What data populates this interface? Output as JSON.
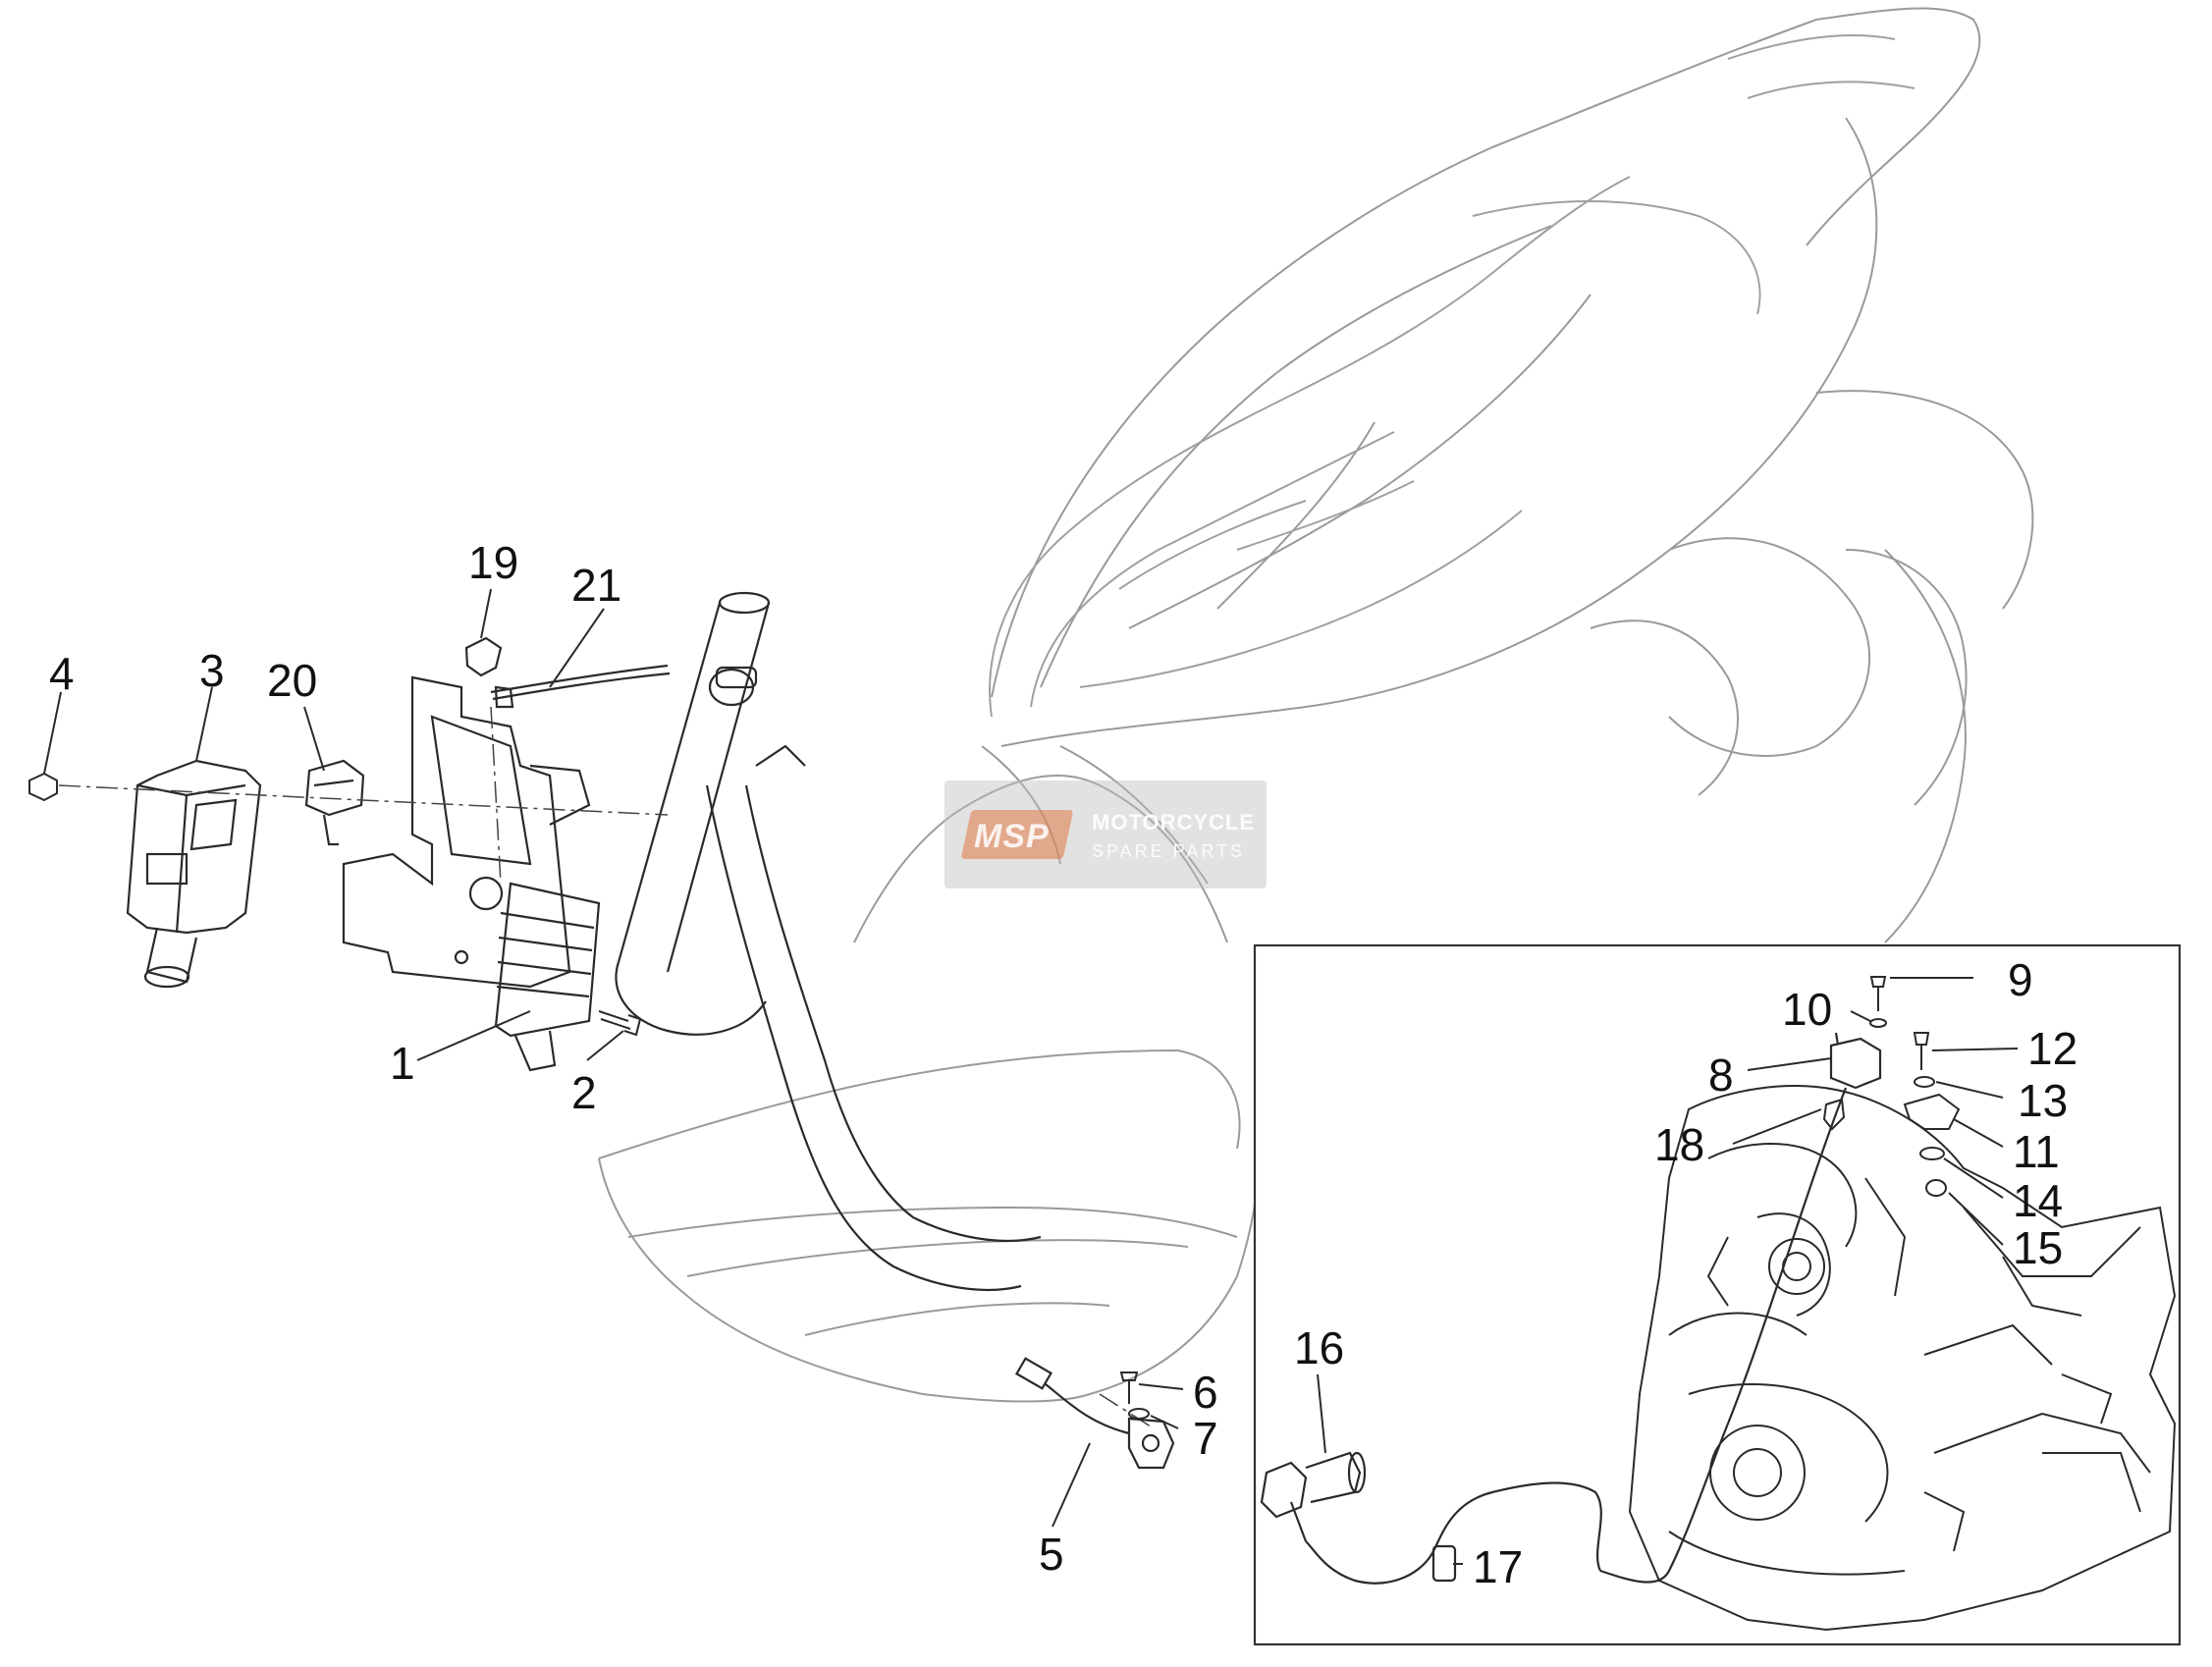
{
  "part_labels": [
    {
      "id": "1",
      "text": "1"
    },
    {
      "id": "2",
      "text": "2"
    },
    {
      "id": "3",
      "text": "3"
    },
    {
      "id": "4",
      "text": "4"
    },
    {
      "id": "5",
      "text": "5"
    },
    {
      "id": "6",
      "text": "6"
    },
    {
      "id": "7",
      "text": "7"
    },
    {
      "id": "8",
      "text": "8"
    },
    {
      "id": "9",
      "text": "9"
    },
    {
      "id": "10",
      "text": "10"
    },
    {
      "id": "11",
      "text": "11"
    },
    {
      "id": "12",
      "text": "12"
    },
    {
      "id": "13",
      "text": "13"
    },
    {
      "id": "14",
      "text": "14"
    },
    {
      "id": "15",
      "text": "15"
    },
    {
      "id": "16",
      "text": "16"
    },
    {
      "id": "17",
      "text": "17"
    },
    {
      "id": "18",
      "text": "18"
    },
    {
      "id": "19",
      "text": "19"
    },
    {
      "id": "20",
      "text": "20"
    },
    {
      "id": "21",
      "text": "21"
    }
  ],
  "watermark": {
    "badge": "MSP",
    "line1": "MOTORCYCLE",
    "line2": "SPARE PARTS"
  },
  "colors": {
    "line": "#2a2a2a",
    "ghost": "#9a9a9a",
    "inset_border": "#333333"
  }
}
